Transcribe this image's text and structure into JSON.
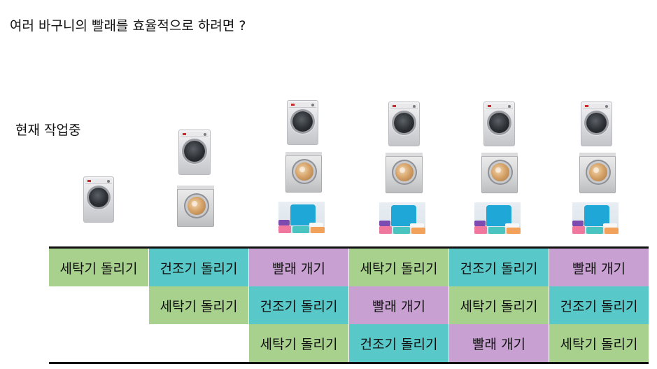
{
  "title": "여러 바구니의 빨래를 효율적으로 하려면 ?",
  "status_label": "현재 작업중",
  "task_labels": {
    "wash": "세탁기 돌리기",
    "dry": "건조기 돌리기",
    "fold": "빨래 개기"
  },
  "colors": {
    "wash": "#a9d18e",
    "dry": "#59c8c8",
    "fold": "#c9a0d2"
  },
  "icons": [
    "washing-machine-icon",
    "dryer-icon",
    "folded-laundry-icon"
  ],
  "schedule": [
    [
      "wash",
      "dry",
      "fold",
      "wash",
      "dry",
      "fold"
    ],
    [
      null,
      "wash",
      "dry",
      "fold",
      "wash",
      "dry"
    ],
    [
      null,
      null,
      "wash",
      "dry",
      "fold",
      "wash"
    ]
  ]
}
